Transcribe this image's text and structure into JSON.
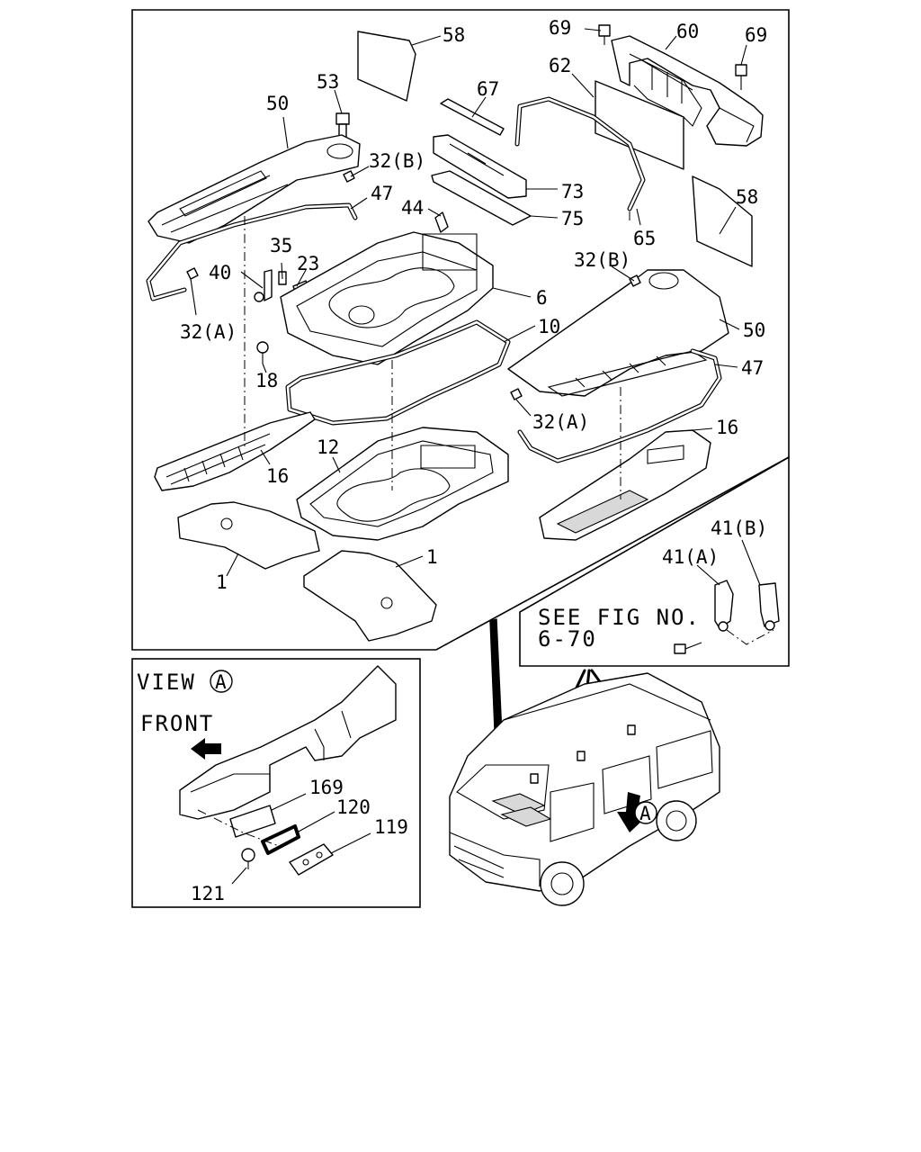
{
  "labels": {
    "l58a": "58",
    "l69a": "69",
    "l60": "60",
    "l69b": "69",
    "l53": "53",
    "l67": "67",
    "l62": "62",
    "l50a": "50",
    "l32b_a": "32(B)",
    "l47a": "47",
    "l44": "44",
    "l73": "73",
    "l75": "75",
    "l58b": "58",
    "l65": "65",
    "l35": "35",
    "l23": "23",
    "l40": "40",
    "l32b_b": "32(B)",
    "l6": "6",
    "l32a_a": "32(A)",
    "l10": "10",
    "l50b": "50",
    "l18": "18",
    "l47b": "47",
    "l32a_b": "32(A)",
    "l16a": "16",
    "l12": "12",
    "l16b": "16",
    "l41b": "41(B)",
    "l41a": "41(A)",
    "l1a": "1",
    "l1b": "1",
    "l169": "169",
    "l120": "120",
    "l119": "119",
    "l121": "121"
  },
  "see_fig": {
    "line1": "SEE FIG NO.",
    "line2": "6-70"
  },
  "view": {
    "title": "VIEW",
    "marker": "A",
    "front_label": "FRONT"
  },
  "van_marker": "A",
  "icons": {
    "front-arrow": "arrow-left-icon",
    "view-arrow": "arrow-down-left-icon"
  }
}
